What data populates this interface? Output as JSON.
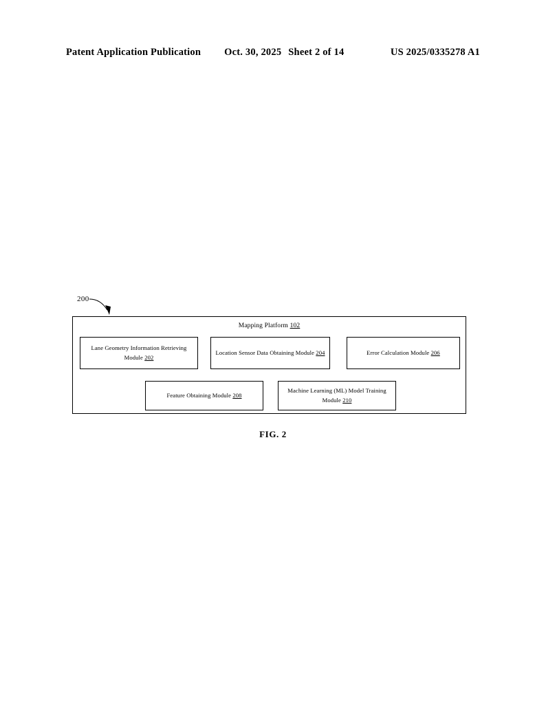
{
  "header": {
    "publication": "Patent Application Publication",
    "date": "Oct. 30, 2025",
    "sheet": "Sheet 2 of 14",
    "document_number": "US 2025/0335278 A1"
  },
  "figure": {
    "reference_numeral": "200",
    "caption": "FIG. 2",
    "container": {
      "title_text": "Mapping Platform ",
      "title_ref": "102"
    },
    "modules": [
      {
        "id": "mod-202",
        "label": "Lane Geometry Information Retrieving Module ",
        "ref": "202"
      },
      {
        "id": "mod-204",
        "label": "Location Sensor Data Obtaining Module ",
        "ref": "204"
      },
      {
        "id": "mod-206",
        "label": "Error Calculation Module ",
        "ref": "206"
      },
      {
        "id": "mod-208",
        "label": "Feature Obtaining Module ",
        "ref": "208"
      },
      {
        "id": "mod-210",
        "label": "Machine Learning (ML) Model Training Module ",
        "ref": "210"
      }
    ]
  },
  "colors": {
    "ink": "#000000",
    "paper": "#ffffff"
  }
}
